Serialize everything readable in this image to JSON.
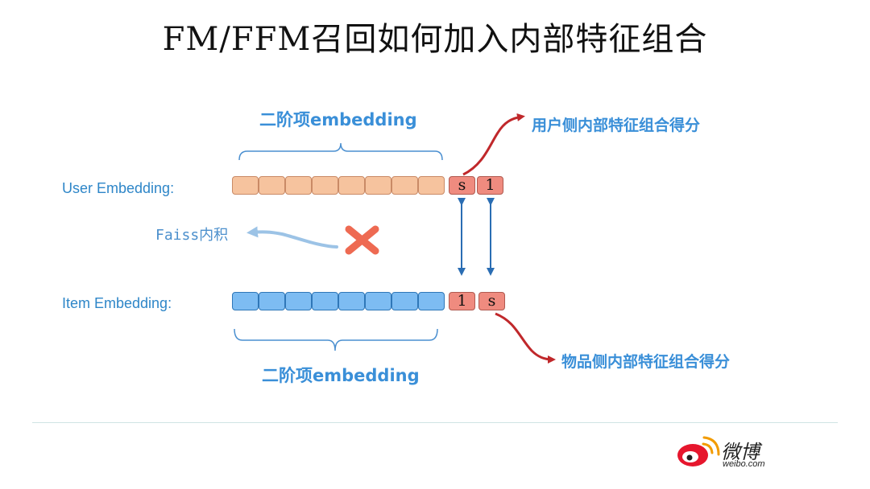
{
  "slide": {
    "title": "FM/FFM召回如何加入内部特征组合"
  },
  "top_bracket_label": "二阶项embedding",
  "bottom_bracket_label": "二阶项embedding",
  "user_embedding": {
    "label": "User Embedding:",
    "cell_count": 8,
    "cell_color": "#f6c39e",
    "tags": [
      "s",
      "1"
    ]
  },
  "item_embedding": {
    "label": "Item Embedding:",
    "cell_count": 8,
    "cell_color": "#7dbcf2",
    "tags": [
      "1",
      "s"
    ]
  },
  "faiss": {
    "label": "Faiss内积",
    "cross_icon": "x-mark-icon",
    "cross_color": "#ee6a52"
  },
  "user_side_note": "用户侧内部特征组合得分",
  "item_side_note": "物品侧内部特征组合得分",
  "logo": {
    "name": "微博",
    "sub": "weibo.com",
    "icon": "weibo-logo-icon"
  },
  "colors": {
    "accent_blue": "#3a8fd8",
    "arrow_red": "#c0282b",
    "arrow_blue": "#2a6db3"
  }
}
